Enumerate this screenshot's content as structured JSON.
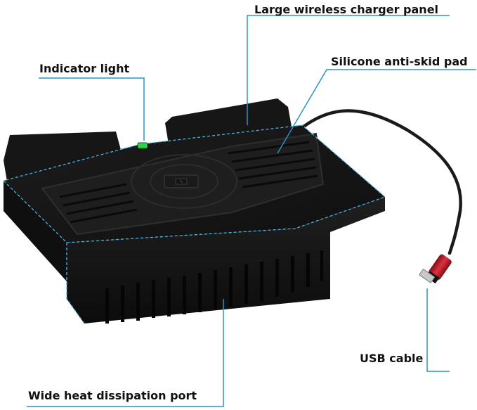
{
  "callouts": {
    "charger_panel": "Large wireless charger panel",
    "indicator_light": "Indicator light",
    "anti_skid_pad": "Silicone anti-skid pad",
    "usb_cable": "USB cable",
    "heat_port": "Wide heat dissipation port"
  },
  "colors": {
    "leader_line": "#2a93c9",
    "dashed_outline": "#47b4e6",
    "device_body": "#141414",
    "indicator_led": "#36d43a",
    "usb_connector": "#c8202e"
  }
}
